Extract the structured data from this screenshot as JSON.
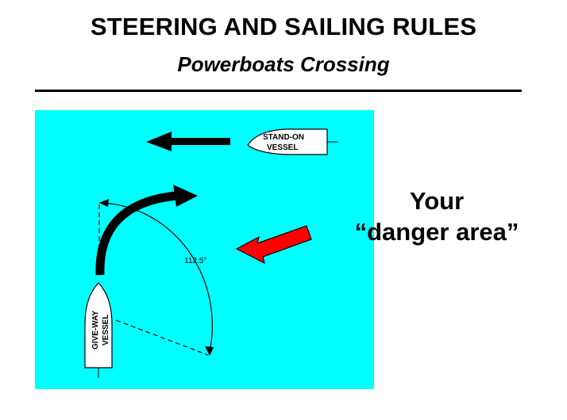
{
  "header": {
    "title": "STEERING AND SAILING RULES",
    "subtitle": "Powerboats Crossing"
  },
  "diagram": {
    "water_color": "#00FFFF",
    "stand_on_vessel": {
      "line1": "STAND-ON",
      "line2": "VESSEL"
    },
    "give_way_vessel": {
      "line1": "GIVE-WAY",
      "line2": "VESSEL"
    },
    "angle_label": "112.5°",
    "danger_arrow_color": "#FF0000",
    "turn_arrow_color": "#000000"
  },
  "callout": {
    "line1": "Your",
    "line2": "“danger area”"
  }
}
